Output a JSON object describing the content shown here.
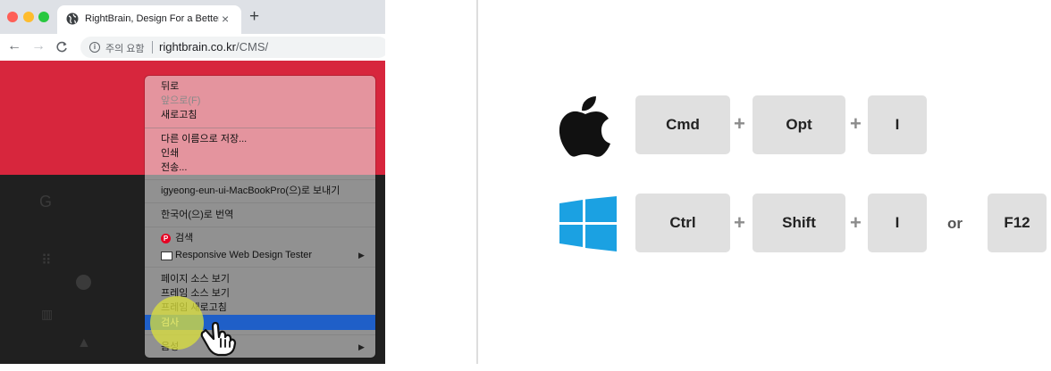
{
  "browser": {
    "tab_title": "RightBrain, Design For a Better",
    "tab_close": "×",
    "new_tab": "+",
    "nav_back": "←",
    "nav_forward": "→",
    "nav_reload": "C",
    "security_warning": "주의 요함",
    "url_host": "rightbrain.co.kr",
    "url_path": "/CMS/"
  },
  "context_menu": {
    "items": [
      {
        "label": "뒤로"
      },
      {
        "label": "앞으로(F)"
      },
      {
        "label": "새로고침"
      },
      {
        "label": "다른 이름으로 저장..."
      },
      {
        "label": "인쇄"
      },
      {
        "label": "전송..."
      },
      {
        "label": "igyeong-eun-ui-MacBookPro(으)로 보내기"
      },
      {
        "label": "한국어(으)로 번역"
      },
      {
        "label": "검색"
      },
      {
        "label": "Responsive Web Design Tester"
      },
      {
        "label": "페이지 소스 보기"
      },
      {
        "label": "프레임 소스 보기"
      },
      {
        "label": "프레임 새로고침"
      },
      {
        "label": "검사"
      },
      {
        "label": "음성"
      }
    ],
    "submenu_arrow": "▶",
    "highlighted_item": "검사"
  },
  "shortcuts": {
    "mac": {
      "os_icon": "apple-icon",
      "keys": [
        "Cmd",
        "Opt",
        "I"
      ]
    },
    "windows": {
      "os_icon": "windows-icon",
      "keys": [
        "Ctrl",
        "Shift",
        "I"
      ],
      "alternative": "F12"
    },
    "plus_sign": "+",
    "or_label": "or"
  },
  "colors": {
    "page_red": "#d7263d",
    "page_dark": "#202020",
    "highlight_blue": "#1f5fc8",
    "key_bg": "#e0e0e0",
    "windows_blue": "#1ba1e2"
  }
}
